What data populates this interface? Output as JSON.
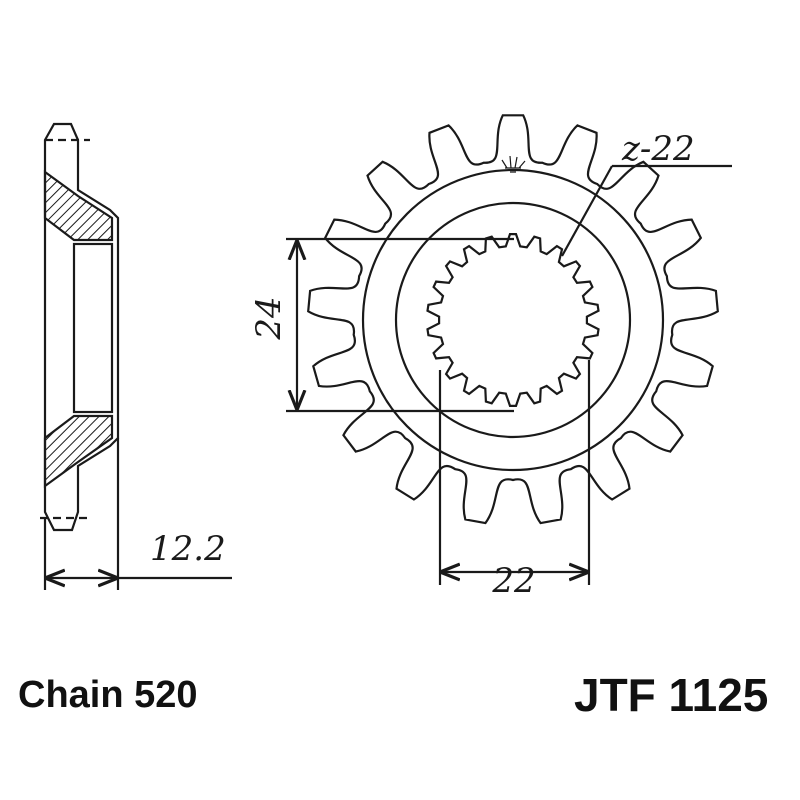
{
  "diagram": {
    "tooth_count_label": "z-22",
    "bore_diameter_label": "24",
    "spline_width_label": "22",
    "thickness_label": "12.2"
  },
  "footer": {
    "chain_label": "Chain 520",
    "part_number": "JTF 1125"
  },
  "colors": {
    "line": "#1a1a1a",
    "background": "#ffffff"
  }
}
